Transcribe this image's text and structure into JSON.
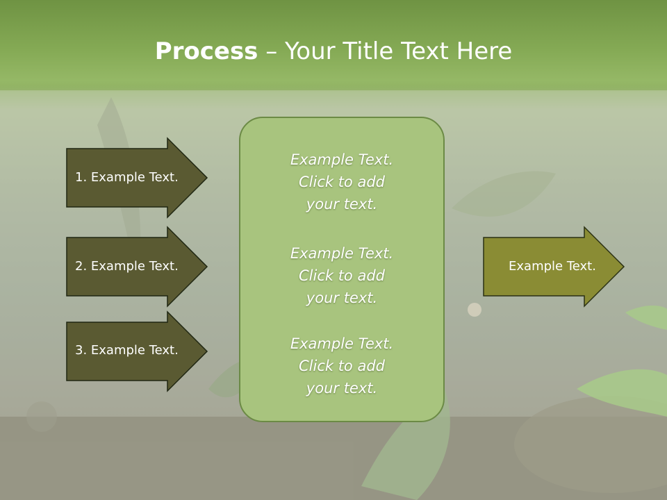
{
  "title": {
    "bold": "Process",
    "rest": " – Your Title Text Here"
  },
  "left_arrows": [
    {
      "label": "1. Example Text."
    },
    {
      "label": "2. Example Text."
    },
    {
      "label": "3. Example Text."
    }
  ],
  "center_items": [
    {
      "line1": "Example Text.",
      "line2": "Click  to add",
      "line3": "your text."
    },
    {
      "line1": "Example Text.",
      "line2": "Click  to add",
      "line3": "your text."
    },
    {
      "line1": "Example Text.",
      "line2": "Click  to add",
      "line3": "your text."
    }
  ],
  "right_arrow": {
    "label": "Example Text."
  },
  "colors": {
    "title_band": "#85aa55",
    "left_arrow_fill": "#5a5a32",
    "right_arrow_fill": "#8a8c34",
    "center_box_fill": "#a8c47e",
    "center_box_border": "#6b8a45"
  }
}
